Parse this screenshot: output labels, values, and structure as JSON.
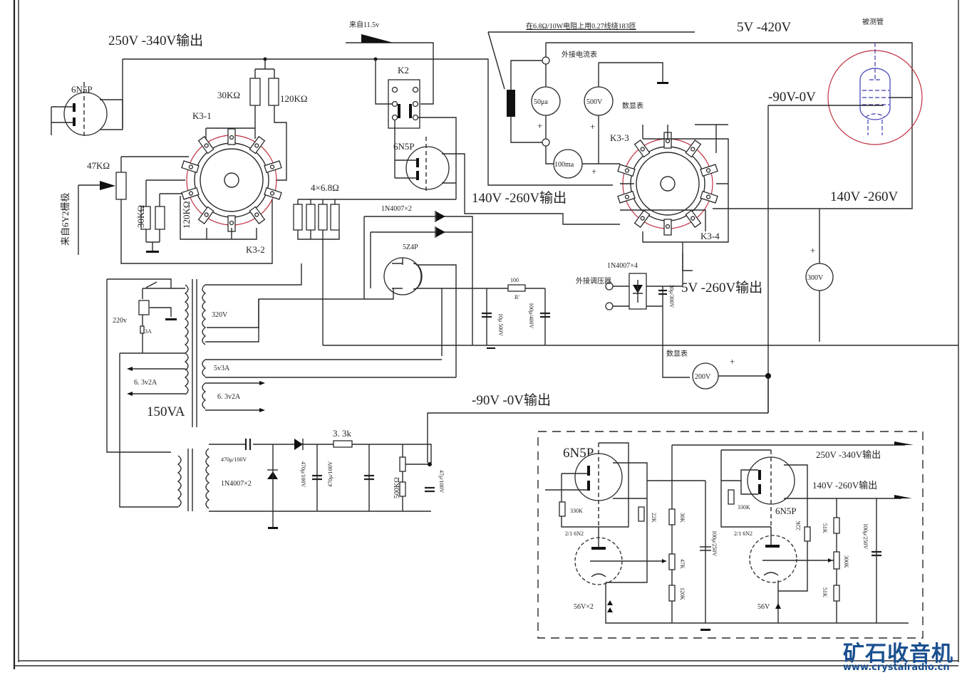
{
  "title_labels": {
    "out_250_340": "250V -340V输出",
    "from_6y2_grid": "来自6Y2栅极",
    "from_11_5v": "来自11.5v",
    "shunt_note": "在6.8Ω/10W电阻上用0.27线绕183匝",
    "out_5_420": "5V -420V",
    "tube_under_test": "被测管",
    "neg90_0": "-90V-0V",
    "out_140_260": "140V -260V输出",
    "v140_260": "140V -260V",
    "out_5_260": "5V -260V输出",
    "out_neg90_0": "-90V -0V输出"
  },
  "components": {
    "tube_6n5p_topleft": "6N5P",
    "r_30k": "30KΩ",
    "r_120k": "120KΩ",
    "switch_k3_1": "K3-1",
    "switch_k3_2": "K3-2",
    "pot_47k": "47KΩ",
    "r_30k_b": "30KΩ",
    "r_120k_b": "120KΩ",
    "relay_k2": "K2",
    "tube_6n5p_mid": "6N5P",
    "resistors_4x": "4×6.8Ω",
    "diodes_2x": "1N4007×2",
    "rectifier_5z4p": "5Z4P",
    "r_100": "100",
    "r_prime": "R'",
    "cap_10u": "10μ 500V",
    "cap_100u": "100μ/400V",
    "ext_ammeter": "外接电流表",
    "meter_50ua": "50μa",
    "meter_100ma": "100ma",
    "meter_500v": "500V",
    "digital_meter": "数显表",
    "switch_k3_3": "K3-3",
    "switch_k3_4": "K3-4",
    "bridge_4x": "1N4007×4",
    "ext_transformer": "外接调压器",
    "cap_30u": "30μ/300V",
    "meter_200v": "200V",
    "digital_meter_2": "数显表",
    "meter_300v": "300V",
    "mains_220v": "220v",
    "fuse_3a": "3A",
    "sec_320v": "320V",
    "sec_5v3a": "5v3A",
    "fil_6_3v_a": "6. 3v2A",
    "fil_6_3v_b": "6. 3v2A",
    "xfmr_150va": "150VA",
    "cap_470u_100v": "470μ/100V",
    "diode_1n4007_2": "1N4007×2",
    "r_3_3k": "3. 3k",
    "cap_470u_a": "470μ/100V",
    "cap_470u_b": "470μ/100V",
    "pot_500k": "500KΩ",
    "cap_47u": "47μ/100V"
  },
  "regulator": {
    "tube_a": "6N5P",
    "tube_b": "6N5P",
    "r_330k": "330K",
    "r_22k_a": "22K",
    "r_30k": "30K",
    "pot_47k": "47K",
    "r_120k": "120K",
    "cap_100u_a": "100μ/250V",
    "tube_6n2_a": "2/1 6N2",
    "zener_a": "56V×2",
    "r_330k_b": "330K",
    "tube_6n2_b": "2/1 6N2",
    "r_22k_b": "22K",
    "r_51k": "51K",
    "pot_300k": "300K",
    "r_51k_b": "51K",
    "cap_100u_b": "100μ/250V",
    "zener_b": "56V",
    "out_a": "250V -340V输出",
    "out_b": "140V -260V输出"
  },
  "watermark": {
    "logo": "矿石收音机",
    "url": "www.crystalradio.cn"
  }
}
